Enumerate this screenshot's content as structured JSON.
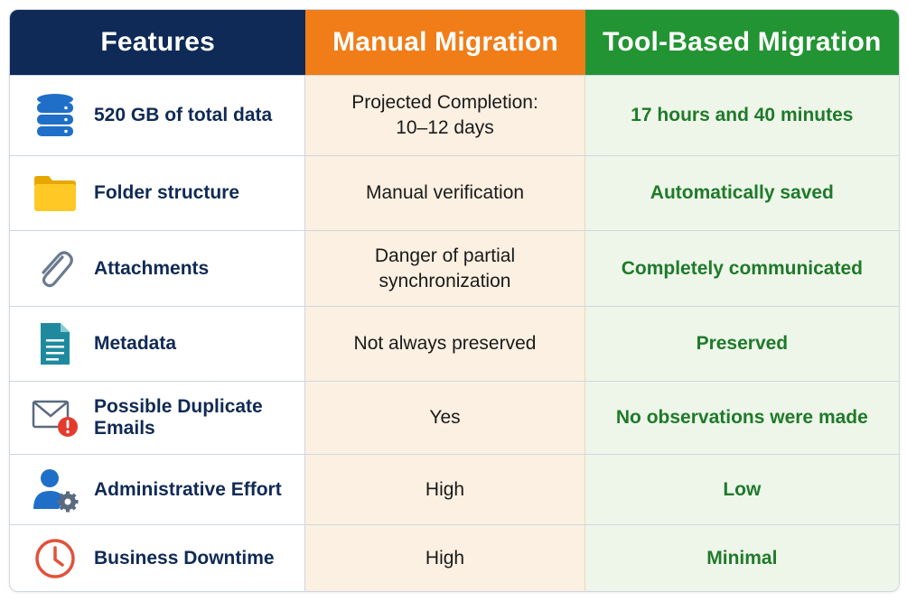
{
  "header": {
    "features": "Features",
    "manual": "Manual Migration",
    "tool": "Tool-Based Migration",
    "colors": {
      "features": "#0f2a57",
      "manual": "#f07d18",
      "tool": "#229433"
    }
  },
  "rows": [
    {
      "icon": "database-icon",
      "feature": "520 GB of total data",
      "manual": "Projected Completion:\n10–12 days",
      "tool": "17 hours and 40 minutes"
    },
    {
      "icon": "folder-icon",
      "feature": "Folder structure",
      "manual": "Manual verification",
      "tool": "Automatically saved"
    },
    {
      "icon": "paperclip-icon",
      "feature": "Attachments",
      "manual": "Danger of partial\nsynchronization",
      "tool": "Completely communicated"
    },
    {
      "icon": "document-icon",
      "feature": "Metadata",
      "manual": "Not always preserved",
      "tool": "Preserved"
    },
    {
      "icon": "email-alert-icon",
      "feature": "Possible Duplicate Emails",
      "manual": "Yes",
      "tool": "No observations were made"
    },
    {
      "icon": "user-gear-icon",
      "feature": "Administrative Effort",
      "manual": "High",
      "tool": "Low"
    },
    {
      "icon": "clock-icon",
      "feature": "Business Downtime",
      "manual": "High",
      "tool": "Minimal"
    }
  ]
}
